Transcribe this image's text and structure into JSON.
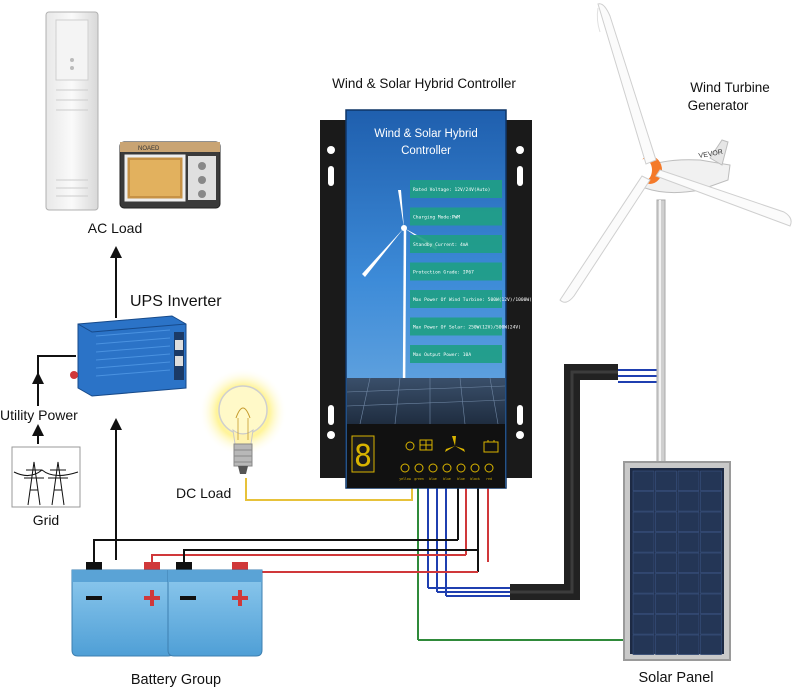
{
  "diagram": {
    "controller_caption": "Wind & Solar Hybrid Controller",
    "wind_turbine_label_line1": "Wind Turbine",
    "wind_turbine_label_line2": "Generator",
    "ac_load_label": "AC Load",
    "ups_inverter_label": "UPS Inverter",
    "utility_power_label": "Utility Power",
    "grid_label": "Grid",
    "dc_load_label": "DC Load",
    "battery_group_label": "Battery Group",
    "solar_panel_label": "Solar Panel",
    "turbine_brand": "VEVOR",
    "oven_brand": "NOAED"
  },
  "controller": {
    "title_line1": "Wind & Solar Hybrid",
    "title_line2": "Controller",
    "specs": [
      "Rated Voltage: 12V/24V(Auto)",
      "Charging Mode:PWM",
      "Standby Current: 4mA",
      "Protection Grade: IP67",
      "Max Power Of Wind Turbine: 500W(12V)/1000W(24V)",
      "Max Power Of Solar: 250W(12V)/500W(24V)",
      "Max Output Power: 10A"
    ],
    "terminal_labels": [
      "yellow",
      "green",
      "blue",
      "blue",
      "blue",
      "black",
      "red"
    ],
    "display_digit": "8"
  },
  "colors": {
    "controller_blue": "#1f6fbf",
    "spec_box": "#1f9e86",
    "battery_blue": "#6bb6e0",
    "inverter_blue": "#2b73c7",
    "wire_red": "#d0383a",
    "wire_green": "#2f8a3a",
    "wire_blue": "#1f3fb0",
    "wire_yellow": "#e7c23a",
    "bulb_glow": "#fff6a6"
  }
}
